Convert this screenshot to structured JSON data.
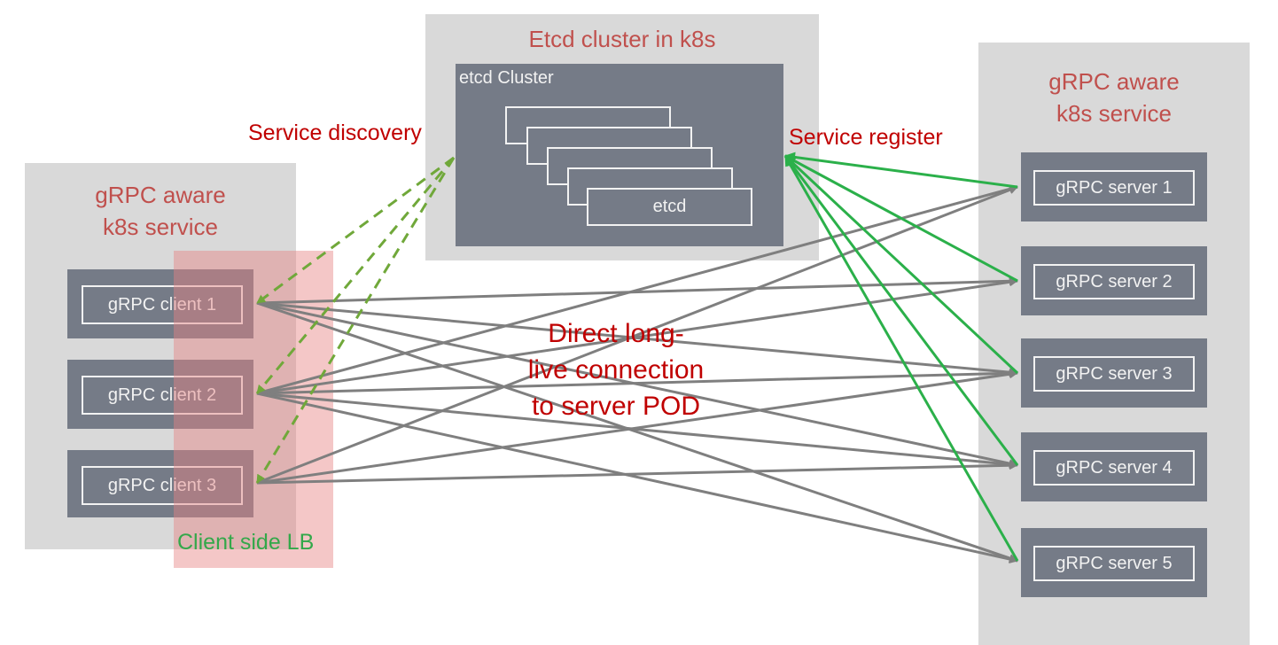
{
  "etcd_zone": {
    "title": "Etcd cluster in k8s",
    "panel_title": "etcd Cluster",
    "node_label": "etcd"
  },
  "client_zone": {
    "title": "gRPC aware\nk8s service"
  },
  "server_zone": {
    "title": "gRPC aware\nk8s service"
  },
  "clients": [
    "gRPC client 1",
    "gRPC client 2",
    "gRPC client 3"
  ],
  "servers": [
    "gRPC server 1",
    "gRPC server 2",
    "gRPC server 3",
    "gRPC server 4",
    "gRPC server 5"
  ],
  "labels": {
    "service_discovery": "Service discovery",
    "service_register": "Service register",
    "direct_connection": "Direct long-\nlive connection\nto server POD",
    "client_side_lb": "Client side LB"
  },
  "colors": {
    "zone_background": "#d9d9d9",
    "node_box": "#757b87",
    "title_red": "#c0504d",
    "label_red": "#c00000",
    "discovery_green": "#70a83a",
    "register_green": "#2bb04a",
    "connection_gray": "#7f7f7f",
    "lb_pink": "#e68282"
  },
  "connections": {
    "client_to_server": [
      [
        0,
        1
      ],
      [
        0,
        2
      ],
      [
        0,
        3
      ],
      [
        0,
        4
      ],
      [
        1,
        0
      ],
      [
        1,
        1
      ],
      [
        1,
        2
      ],
      [
        1,
        3
      ],
      [
        1,
        4
      ],
      [
        2,
        0
      ],
      [
        2,
        2
      ],
      [
        2,
        3
      ]
    ],
    "discovery_from_clients": [
      0,
      1,
      2
    ],
    "register_from_servers": [
      0,
      1,
      2,
      3,
      4
    ]
  }
}
